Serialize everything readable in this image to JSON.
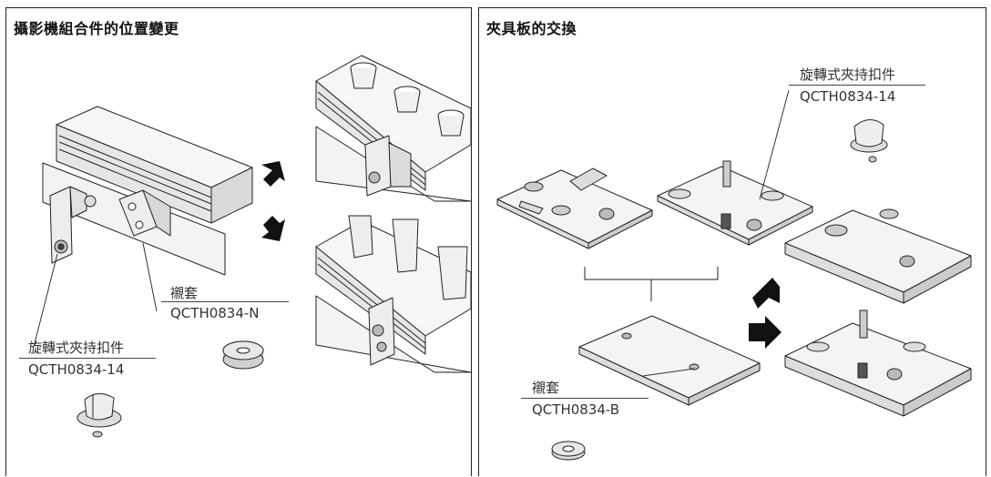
{
  "left_panel": {
    "title": "攝影機組合件的位置變更",
    "bushing_label": "襯套",
    "bushing_part": "QCTH0834-N",
    "clamp_label": "旋轉式夾持扣件",
    "clamp_part": "QCTH0834-14"
  },
  "right_panel": {
    "title": "夾具板的交換",
    "clamp_label": "旋轉式夾持扣件",
    "clamp_part": "QCTH0834-14",
    "bushing_label": "襯套",
    "bushing_part": "QCTH0834-B"
  },
  "colors": {
    "line": "#222222",
    "part_fill": "#e8e8e8",
    "shade": "#bdbdbd",
    "arrow": "#111111"
  }
}
